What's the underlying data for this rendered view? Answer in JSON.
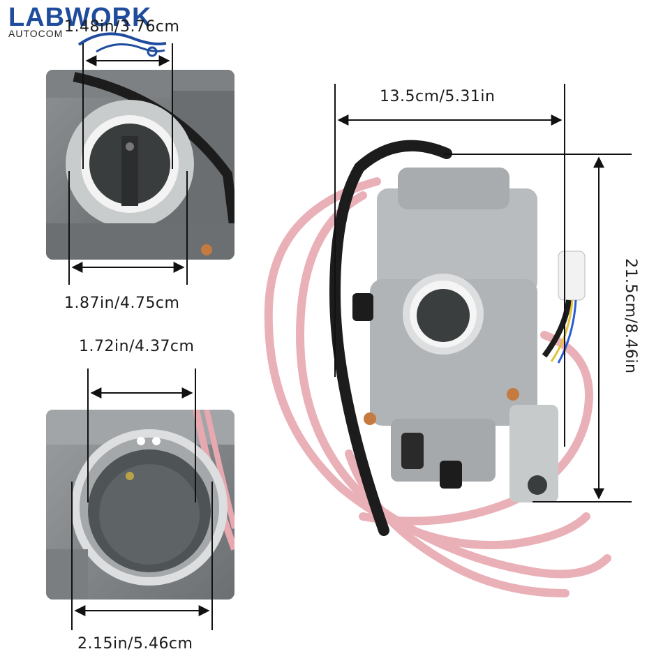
{
  "brand": {
    "name": "LABWORK",
    "sub": "AUTOCOM"
  },
  "dimensions": {
    "inner_top": "1.48in/3.76cm",
    "outer_top": "1.87in/4.75cm",
    "inner_bottom": "1.72in/4.37cm",
    "outer_bottom": "2.15in/5.46cm",
    "width": "13.5cm/5.31in",
    "height": "21.5cm/8.46in"
  },
  "colors": {
    "brand": "#1f4c9c",
    "tube_pink": "#e8a8b0",
    "metal": "#b9bcbe",
    "hose_black": "#1c1c1c"
  }
}
